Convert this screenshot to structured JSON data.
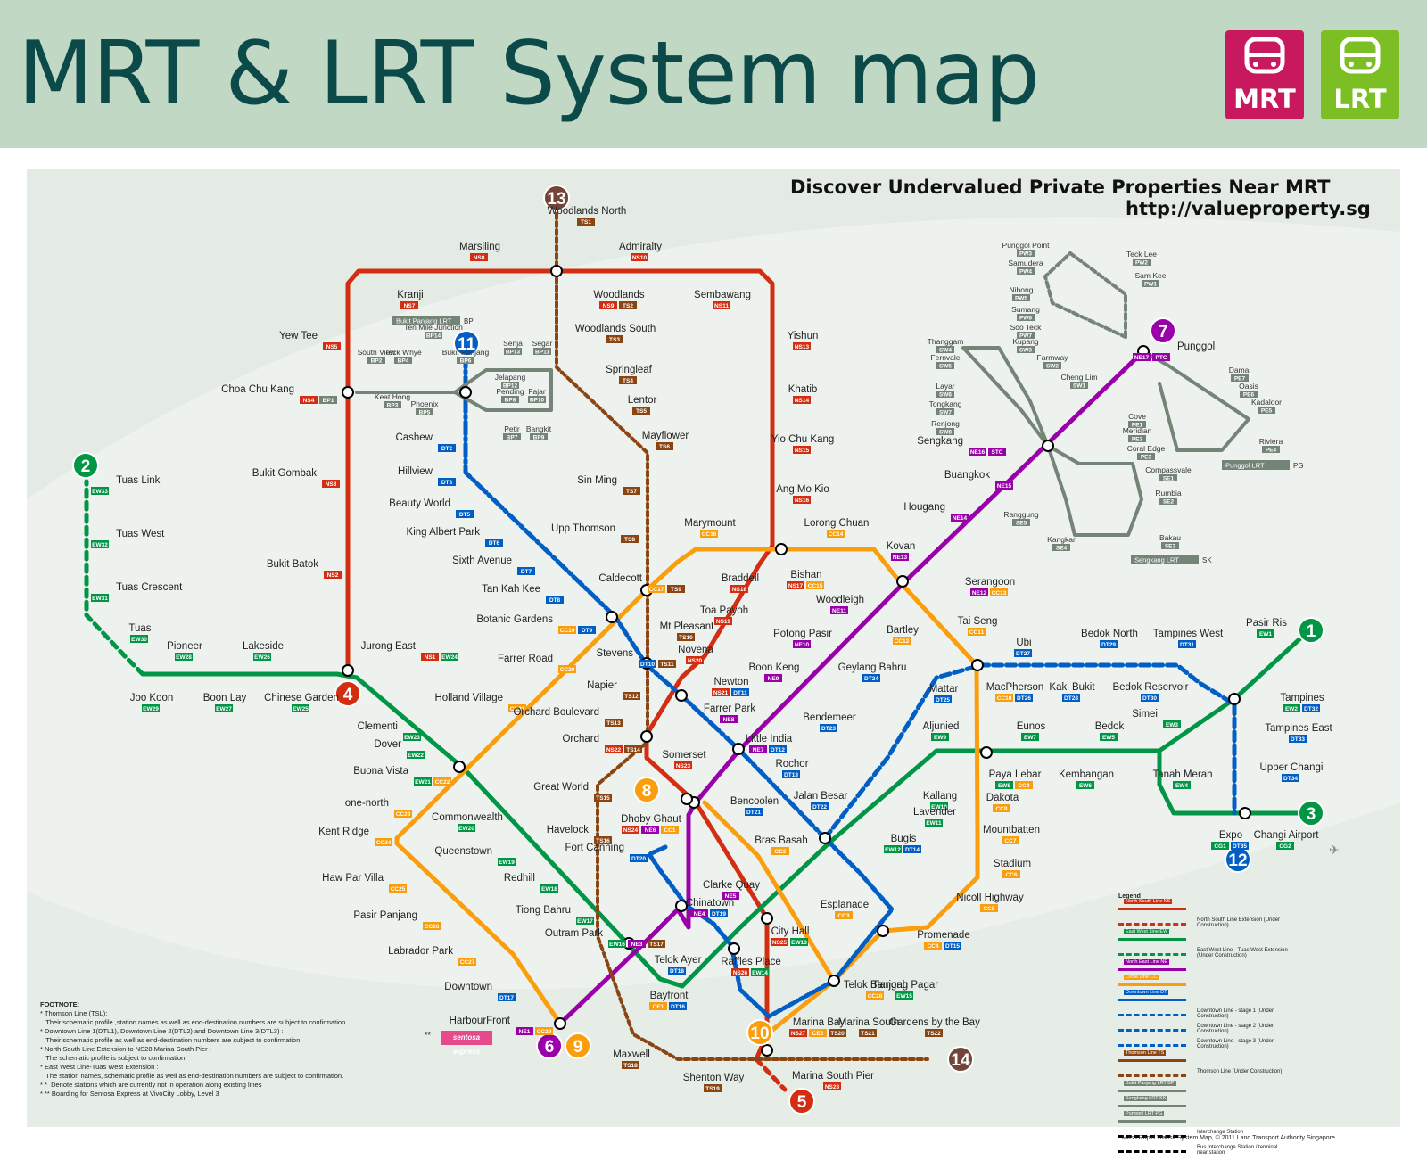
{
  "header": {
    "title": "MRT & LRT System map",
    "logos": [
      {
        "label": "MRT",
        "color": "#c8185e",
        "icon": "train-front-icon"
      },
      {
        "label": "LRT",
        "color": "#7cbf24",
        "icon": "train-front-icon"
      }
    ]
  },
  "ad": {
    "headline": "Discover Undervalued Private Properties Near MRT",
    "url": "http://valueproperty.sg"
  },
  "colors": {
    "ns": "#d42e12",
    "ew": "#009645",
    "ne": "#9900aa",
    "cc": "#fa9e0d",
    "dt": "#005ec4",
    "ts": "#8b4513",
    "lrt": "#748477"
  },
  "line_badges": [
    {
      "num": "1",
      "color": "#009645"
    },
    {
      "num": "2",
      "color": "#009645"
    },
    {
      "num": "3",
      "color": "#009645"
    },
    {
      "num": "4",
      "color": "#d42e12"
    },
    {
      "num": "5",
      "color": "#d42e12"
    },
    {
      "num": "6",
      "color": "#9900aa"
    },
    {
      "num": "7",
      "color": "#9900aa"
    },
    {
      "num": "8",
      "color": "#fa9e0d"
    },
    {
      "num": "9",
      "color": "#fa9e0d"
    },
    {
      "num": "10",
      "color": "#fa9e0d"
    },
    {
      "num": "11",
      "color": "#005ec4"
    },
    {
      "num": "12",
      "color": "#005ec4"
    },
    {
      "num": "13",
      "color": "#734538"
    },
    {
      "num": "14",
      "color": "#734538"
    }
  ],
  "stations": [
    {
      "name": "Woodlands North",
      "codes": [
        "TS1"
      ]
    },
    {
      "name": "Marsiling",
      "codes": [
        "NS8"
      ]
    },
    {
      "name": "Admiralty",
      "codes": [
        "NS10"
      ]
    },
    {
      "name": "Kranji",
      "codes": [
        "NS7"
      ]
    },
    {
      "name": "Woodlands",
      "codes": [
        "NS9",
        "TS2"
      ]
    },
    {
      "name": "Sembawang",
      "codes": [
        "NS11"
      ]
    },
    {
      "name": "Yew Tee",
      "codes": [
        "NS5"
      ]
    },
    {
      "name": "Woodlands South",
      "codes": [
        "TS3"
      ]
    },
    {
      "name": "Yishun",
      "codes": [
        "NS13"
      ]
    },
    {
      "name": "Springleaf",
      "codes": [
        "TS4"
      ]
    },
    {
      "name": "Lentor",
      "codes": [
        "TS5"
      ]
    },
    {
      "name": "Khatib",
      "codes": [
        "NS14"
      ]
    },
    {
      "name": "Choa Chu Kang",
      "codes": [
        "NS4",
        "BP1"
      ]
    },
    {
      "name": "Mayflower",
      "codes": [
        "TS6"
      ]
    },
    {
      "name": "Yio Chu Kang",
      "codes": [
        "NS15"
      ]
    },
    {
      "name": "Cashew",
      "codes": [
        "DT2"
      ]
    },
    {
      "name": "Hillview",
      "codes": [
        "DT3"
      ]
    },
    {
      "name": "Bukit Gombak",
      "codes": [
        "NS3"
      ]
    },
    {
      "name": "Sin Ming",
      "codes": [
        "TS7"
      ]
    },
    {
      "name": "Ang Mo Kio",
      "codes": [
        "NS16"
      ]
    },
    {
      "name": "Beauty World",
      "codes": [
        "DT5"
      ]
    },
    {
      "name": "King Albert Park",
      "codes": [
        "DT6"
      ]
    },
    {
      "name": "Upp Thomson",
      "codes": [
        "TS8"
      ]
    },
    {
      "name": "Marymount",
      "codes": [
        "CC16"
      ]
    },
    {
      "name": "Lorong Chuan",
      "codes": [
        "CC14"
      ]
    },
    {
      "name": "Sixth Avenue",
      "codes": [
        "DT7"
      ]
    },
    {
      "name": "Bukit Batok",
      "codes": [
        "NS2"
      ]
    },
    {
      "name": "Bishan",
      "codes": [
        "NS17",
        "CC15"
      ]
    },
    {
      "name": "Kovan",
      "codes": [
        "NE13"
      ]
    },
    {
      "name": "Caldecott",
      "codes": [
        "CC17",
        "TS9"
      ]
    },
    {
      "name": "Braddell",
      "codes": [
        "NS18"
      ]
    },
    {
      "name": "Tan Kah Kee",
      "codes": [
        "DT8"
      ]
    },
    {
      "name": "Serangoon",
      "codes": [
        "NE12",
        "CC13"
      ]
    },
    {
      "name": "Toa Payoh",
      "codes": [
        "NS19"
      ]
    },
    {
      "name": "Woodleigh",
      "codes": [
        "NE11"
      ]
    },
    {
      "name": "Botanic Gardens",
      "codes": [
        "CC19",
        "DT9"
      ]
    },
    {
      "name": "Mt Pleasant",
      "codes": [
        "TS10"
      ]
    },
    {
      "name": "Tai Seng",
      "codes": [
        "CC11"
      ]
    },
    {
      "name": "Bartley",
      "codes": [
        "CC12"
      ]
    },
    {
      "name": "Potong Pasir",
      "codes": [
        "NE10"
      ]
    },
    {
      "name": "Pasir Ris",
      "codes": [
        "EW1"
      ]
    },
    {
      "name": "Novena",
      "codes": [
        "NS20"
      ]
    },
    {
      "name": "Bedok North",
      "codes": [
        "DT29"
      ]
    },
    {
      "name": "Tampines West",
      "codes": [
        "DT31"
      ]
    },
    {
      "name": "Farrer Road",
      "codes": [
        "CC20"
      ]
    },
    {
      "name": "Ubi",
      "codes": [
        "DT27"
      ]
    },
    {
      "name": "Pioneer",
      "codes": [
        "EW28"
      ]
    },
    {
      "name": "Lakeside",
      "codes": [
        "EW26"
      ]
    },
    {
      "name": "Jurong East",
      "codes": [
        "NS1",
        "EW24"
      ]
    },
    {
      "name": "Stevens",
      "codes": [
        "DT10",
        "TS11"
      ]
    },
    {
      "name": "Boon Keng",
      "codes": [
        "NE9"
      ]
    },
    {
      "name": "Tuas",
      "codes": [
        "EW30"
      ]
    },
    {
      "name": "Geylang Bahru",
      "codes": [
        "DT24"
      ]
    },
    {
      "name": "Newton",
      "codes": [
        "NS21",
        "DT11"
      ]
    },
    {
      "name": "Holland Village",
      "codes": [
        "CC21"
      ]
    },
    {
      "name": "Napier",
      "codes": [
        "TS12"
      ]
    },
    {
      "name": "MacPherson",
      "codes": [
        "CC10",
        "DT26"
      ]
    },
    {
      "name": "Kaki Bukit",
      "codes": [
        "DT28"
      ]
    },
    {
      "name": "Bedok Reservoir",
      "codes": [
        "DT30"
      ]
    },
    {
      "name": "Mattar",
      "codes": [
        "DT25"
      ]
    },
    {
      "name": "Tampines",
      "codes": [
        "EW2",
        "DT32"
      ]
    },
    {
      "name": "Joo Koon",
      "codes": [
        "EW29"
      ]
    },
    {
      "name": "Boon Lay",
      "codes": [
        "EW27"
      ]
    },
    {
      "name": "Chinese Garden",
      "codes": [
        "EW25"
      ]
    },
    {
      "name": "Farrer Park",
      "codes": [
        "NE8"
      ]
    },
    {
      "name": "Orchard Boulevard",
      "codes": [
        "TS13"
      ]
    },
    {
      "name": "Bendemeer",
      "codes": [
        "DT23"
      ]
    },
    {
      "name": "Simei",
      "codes": [
        "EW3"
      ]
    },
    {
      "name": "Clementi",
      "codes": [
        "EW23"
      ]
    },
    {
      "name": "Aljunied",
      "codes": [
        "EW9"
      ]
    },
    {
      "name": "Eunos",
      "codes": [
        "EW7"
      ]
    },
    {
      "name": "Bedok",
      "codes": [
        "EW5"
      ]
    },
    {
      "name": "Tampines East",
      "codes": [
        "DT33"
      ]
    },
    {
      "name": "Dover",
      "codes": [
        "EW22"
      ]
    },
    {
      "name": "Orchard",
      "codes": [
        "NS22",
        "TS14"
      ]
    },
    {
      "name": "Little India",
      "codes": [
        "NE7",
        "DT12"
      ]
    },
    {
      "name": "Somerset",
      "codes": [
        "NS23"
      ]
    },
    {
      "name": "Paya Lebar",
      "codes": [
        "EW8",
        "CC9"
      ]
    },
    {
      "name": "Kembangan",
      "codes": [
        "EW6"
      ]
    },
    {
      "name": "Tanah Merah",
      "codes": [
        "EW4"
      ]
    },
    {
      "name": "Rochor",
      "codes": [
        "DT13"
      ]
    },
    {
      "name": "Buona Vista",
      "codes": [
        "EW21",
        "CC22"
      ]
    },
    {
      "name": "Upper Changi",
      "codes": [
        "DT34"
      ]
    },
    {
      "name": "Great World",
      "codes": [
        "TS15"
      ]
    },
    {
      "name": "Jalan Besar",
      "codes": [
        "DT22"
      ]
    },
    {
      "name": "Kallang",
      "codes": [
        "EW10"
      ]
    },
    {
      "name": "one-north",
      "codes": [
        "CC23"
      ]
    },
    {
      "name": "Dhoby Ghaut",
      "codes": [
        "NS24",
        "NE6",
        "CC1"
      ]
    },
    {
      "name": "Dakota",
      "codes": [
        "CC8"
      ]
    },
    {
      "name": "Commonwealth",
      "codes": [
        "EW20"
      ]
    },
    {
      "name": "Bencoolen",
      "codes": [
        "DT21"
      ]
    },
    {
      "name": "Lavender",
      "codes": [
        "EW11"
      ]
    },
    {
      "name": "Kent Ridge",
      "codes": [
        "CC24"
      ]
    },
    {
      "name": "Havelock",
      "codes": [
        "TS16"
      ]
    },
    {
      "name": "Mountbatten",
      "codes": [
        "CC7"
      ]
    },
    {
      "name": "Bugis",
      "codes": [
        "EW12",
        "DT14"
      ]
    },
    {
      "name": "Expo",
      "codes": [
        "CG1",
        "DT35"
      ]
    },
    {
      "name": "Changi Airport",
      "codes": [
        "CG2"
      ]
    },
    {
      "name": "Bras Basah",
      "codes": [
        "CC2"
      ]
    },
    {
      "name": "Fort Canning",
      "codes": [
        "DT20"
      ]
    },
    {
      "name": "Queenstown",
      "codes": [
        "EW19"
      ]
    },
    {
      "name": "Stadium",
      "codes": [
        "CC6"
      ]
    },
    {
      "name": "Haw Par Villa",
      "codes": [
        "CC25"
      ]
    },
    {
      "name": "Redhill",
      "codes": [
        "EW18"
      ]
    },
    {
      "name": "Clarke Quay",
      "codes": [
        "NE5"
      ]
    },
    {
      "name": "Nicoll Highway",
      "codes": [
        "CC5"
      ]
    },
    {
      "name": "Esplanade",
      "codes": [
        "CC3"
      ]
    },
    {
      "name": "Chinatown",
      "codes": [
        "NE4",
        "DT19"
      ]
    },
    {
      "name": "Tiong Bahru",
      "codes": [
        "EW17"
      ]
    },
    {
      "name": "Pasir Panjang",
      "codes": [
        "CC26"
      ]
    },
    {
      "name": "City Hall",
      "codes": [
        "NS25",
        "EW13"
      ]
    },
    {
      "name": "Outram Park",
      "codes": [
        "EW16",
        "NE3",
        "TS17"
      ]
    },
    {
      "name": "Promenade",
      "codes": [
        "CC4",
        "DT15"
      ]
    },
    {
      "name": "Telok Ayer",
      "codes": [
        "DT18"
      ]
    },
    {
      "name": "Labrador Park",
      "codes": [
        "CC27"
      ]
    },
    {
      "name": "Raffles Place",
      "codes": [
        "NS26",
        "EW14"
      ]
    },
    {
      "name": "Downtown",
      "codes": [
        "DT17"
      ]
    },
    {
      "name": "Telok Blangah",
      "codes": [
        "CC28"
      ]
    },
    {
      "name": "Bayfront",
      "codes": [
        "CE1",
        "DT16"
      ]
    },
    {
      "name": "Tanjong Pagar",
      "codes": [
        "EW15"
      ]
    },
    {
      "name": "HarbourFront",
      "codes": [
        "NE1",
        "CC29"
      ]
    },
    {
      "name": "Marina Bay",
      "codes": [
        "NS27",
        "CE2",
        "TS20"
      ]
    },
    {
      "name": "Marina South",
      "codes": [
        "TS21"
      ]
    },
    {
      "name": "Gardens by the Bay",
      "codes": [
        "TS22"
      ]
    },
    {
      "name": "Maxwell",
      "codes": [
        "TS18"
      ]
    },
    {
      "name": "Shenton Way",
      "codes": [
        "TS19"
      ]
    },
    {
      "name": "Marina South Pier",
      "codes": [
        "NS28"
      ]
    },
    {
      "name": "Tuas Link",
      "codes": [
        "EW33"
      ]
    },
    {
      "name": "Tuas West",
      "codes": [
        "EW32"
      ]
    },
    {
      "name": "Tuas Crescent",
      "codes": [
        "EW31"
      ]
    },
    {
      "name": "Punggol",
      "codes": [
        "NE17",
        "PTC"
      ]
    },
    {
      "name": "Sengkang",
      "codes": [
        "NE16",
        "STC"
      ]
    },
    {
      "name": "Buangkok",
      "codes": [
        "NE15"
      ]
    },
    {
      "name": "Hougang",
      "codes": [
        "NE14"
      ]
    }
  ],
  "lrt_stations": [
    {
      "name": "Punggol Point",
      "code": "PW3"
    },
    {
      "name": "Samudera",
      "code": "PW4"
    },
    {
      "name": "Teck Lee",
      "code": "PW2"
    },
    {
      "name": "Sam Kee",
      "code": "PW1"
    },
    {
      "name": "Nibong",
      "code": "PW5"
    },
    {
      "name": "Sumang",
      "code": "PW6"
    },
    {
      "name": "Soo Teck",
      "code": "PW7"
    },
    {
      "name": "Thanggam",
      "code": "SW4"
    },
    {
      "name": "Kupang",
      "code": "SW3"
    },
    {
      "name": "Fernvale",
      "code": "SW5"
    },
    {
      "name": "Farmway",
      "code": "SW2"
    },
    {
      "name": "Cheng Lim",
      "code": "SW1"
    },
    {
      "name": "Layar",
      "code": "SW6"
    },
    {
      "name": "Tongkang",
      "code": "SW7"
    },
    {
      "name": "Renjong",
      "code": "SW8"
    },
    {
      "name": "Damai",
      "code": "PE7"
    },
    {
      "name": "Oasis",
      "code": "PE6"
    },
    {
      "name": "Kadaloor",
      "code": "PE5"
    },
    {
      "name": "Cove",
      "code": "PE1"
    },
    {
      "name": "Meridian",
      "code": "PE2"
    },
    {
      "name": "Coral Edge",
      "code": "PE3"
    },
    {
      "name": "Riviera",
      "code": "PE4"
    },
    {
      "name": "Compassvale",
      "code": "SE1"
    },
    {
      "name": "Rumbia",
      "code": "SE2"
    },
    {
      "name": "Ranggung",
      "code": "SE5"
    },
    {
      "name": "Bakau",
      "code": "SE3"
    },
    {
      "name": "Kangkar",
      "code": "SE4"
    },
    {
      "name": "South View",
      "code": "BP2"
    },
    {
      "name": "Teck Whye",
      "code": "BP4"
    },
    {
      "name": "Ten Mile Junction",
      "code": "BP14"
    },
    {
      "name": "Keat Hong",
      "code": "BP3"
    },
    {
      "name": "Phoenix",
      "code": "BP5"
    },
    {
      "name": "Bukit Panjang",
      "code": "BP6"
    },
    {
      "name": "Senja",
      "code": "BP13"
    },
    {
      "name": "Segar",
      "code": "BP11"
    },
    {
      "name": "Jelapang",
      "code": "BP12"
    },
    {
      "name": "Fajar",
      "code": "BP10"
    },
    {
      "name": "Pending",
      "code": "BP8"
    },
    {
      "name": "Petir",
      "code": "BP7"
    },
    {
      "name": "Bangkit",
      "code": "BP9"
    }
  ],
  "lrt_tags": [
    {
      "label": "Bukit Panjang LRT",
      "code": "BP"
    },
    {
      "label": "Punggol LRT",
      "code": "PG"
    },
    {
      "label": "Sengkang LRT",
      "code": "SK"
    }
  ],
  "sentosa": {
    "label": "sentosa express",
    "marker": "**"
  },
  "footnote": {
    "title": "FOOTNOTE:",
    "items": [
      "* Thomson Line (TSL):\n   Their schematic profile ,station names as well as end-destination numbers are subject to confirmation.",
      "* Downtown Line 1(DTL1), Downtown Line 2(DTL2) and Downtown Line 3(DTL3) :\n   Their schematic profile as well as end-destination numbers are subject to confirmation.",
      "* North South Line Extension to NS28 Marina South Pier :\n   The schematic profile is subject to confirmation",
      "* East West Line-Tuas West Extension :\n   The station names, schematic profile as well as end-destination numbers are subject to confirmation.",
      "* *  Denote stations which are currently not in operation along existing lines",
      "* ** Boarding for Sentosa Express at VivoCity Lobby, Level 3"
    ]
  },
  "legend": {
    "title": "Legend",
    "rows": [
      {
        "tag": "North South Line",
        "code": "NS",
        "color": "#d42e12",
        "note": ""
      },
      {
        "tag": "",
        "code": "",
        "color": "#d42e12",
        "note": "North South Line Extension (Under Construction)"
      },
      {
        "tag": "East West Line",
        "code": "EW",
        "color": "#009645",
        "note": ""
      },
      {
        "tag": "",
        "code": "",
        "color": "#009645",
        "note": "East West Line - Tuas West Extension (Under Construction)"
      },
      {
        "tag": "North East Line",
        "code": "NE",
        "color": "#9900aa",
        "note": ""
      },
      {
        "tag": "Circle Line",
        "code": "CC",
        "color": "#fa9e0d",
        "note": ""
      },
      {
        "tag": "Downtown Line",
        "code": "DT",
        "color": "#005ec4",
        "note": ""
      },
      {
        "tag": "",
        "code": "",
        "color": "#005ec4",
        "note": "Downtown Line - stage 1 (Under Construction)"
      },
      {
        "tag": "",
        "code": "",
        "color": "#005ec4",
        "note": "Downtown Line - stage 2 (Under Construction)"
      },
      {
        "tag": "",
        "code": "",
        "color": "#005ec4",
        "note": "Downtown Line - stage 3 (Under Construction)"
      },
      {
        "tag": "Thomson Line",
        "code": "TS",
        "color": "#8b4513",
        "note": ""
      },
      {
        "tag": "",
        "code": "",
        "color": "#8b4513",
        "note": "Thomson Line (Under Construction)"
      },
      {
        "tag": "Bukit Panjang LRT",
        "code": "BP",
        "color": "#748477",
        "note": ""
      },
      {
        "tag": "Sengkang LRT",
        "code": "SK",
        "color": "#748477",
        "note": ""
      },
      {
        "tag": "Punggol LRT",
        "code": "PG",
        "color": "#748477",
        "note": ""
      },
      {
        "tag": "",
        "code": "",
        "color": "#000000",
        "note": "Interchange Station"
      },
      {
        "tag": "",
        "code": "",
        "color": "#000000",
        "note": "Bus Interchange Station / terminal near station"
      }
    ]
  },
  "credit": "Mass Rapid Transit System Map, © 2011 Land Transport Authority Singapore"
}
